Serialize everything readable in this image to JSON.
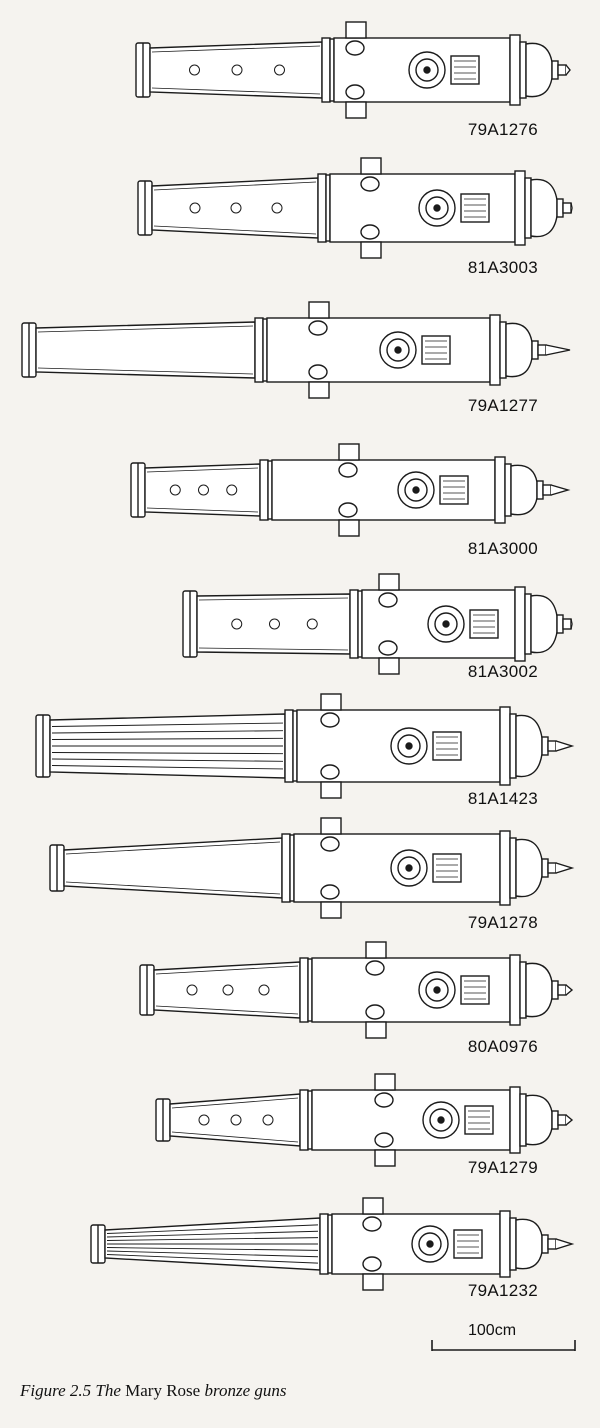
{
  "guns": [
    {
      "id": "79A1276"
    },
    {
      "id": "81A3003"
    },
    {
      "id": "79A1277"
    },
    {
      "id": "81A3000"
    },
    {
      "id": "81A3002"
    },
    {
      "id": "81A1423"
    },
    {
      "id": "79A1278"
    },
    {
      "id": "80A0976"
    },
    {
      "id": "79A1279"
    },
    {
      "id": "79A1232"
    }
  ],
  "scale_bar": {
    "label": "100cm"
  },
  "caption": {
    "figure": "Figure 2.5",
    "the": "The",
    "ship": "Mary Rose",
    "rest": "bronze guns"
  }
}
